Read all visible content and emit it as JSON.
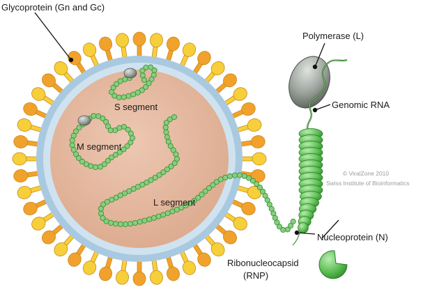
{
  "labels": {
    "glycoprotein": "Glycoprotein (Gn and Gc)",
    "s_segment": "S segment",
    "m_segment": "M segment",
    "l_segment": "L segment",
    "polymerase": "Polymerase (L)",
    "genomic_rna": "Genomic RNA",
    "nucleoprotein": "Nucleoprotein (N)",
    "rnp_line1": "Ribonucleocapsid",
    "rnp_line2": "(RNP)"
  },
  "credit": {
    "line1": "© ViralZone 2010",
    "line2": "Swiss Institute of Bioinformatics"
  },
  "colors": {
    "core": "#e6b9a0",
    "membrane_inner": "#b9d4e6",
    "membrane_outer": "#bcd6ea",
    "spike_yellow": "#f7cf3a",
    "spike_orange": "#f1a22c",
    "spike_stroke": "#c68a18",
    "bead_fill": "#86cf7e",
    "bead_stroke": "#3f8f3a",
    "nucleoprotein": "#5bbd52",
    "polymerase": "#8f9690",
    "rna": "#3d8a2f"
  },
  "icons": [
    "polymerase-icon",
    "nucleoprotein-icon",
    "virion-icon"
  ]
}
